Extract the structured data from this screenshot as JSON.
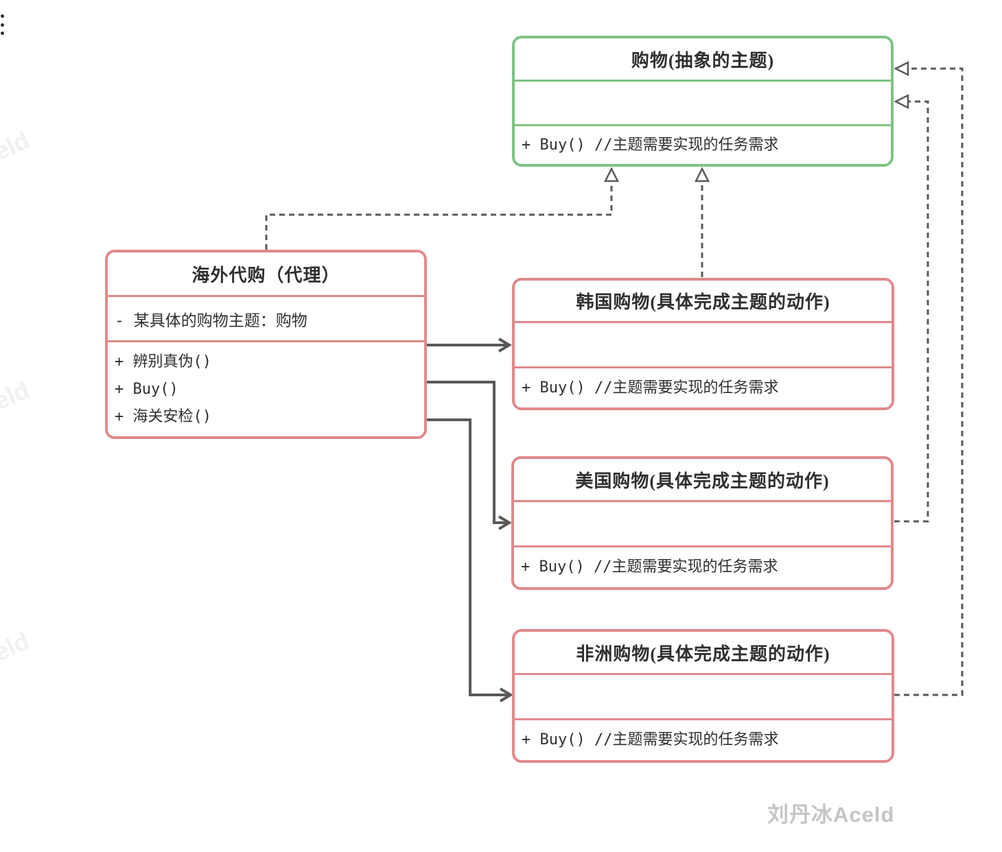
{
  "diagram": {
    "classes": {
      "abstract": {
        "title": "购物(抽象的主题)",
        "attributes": "",
        "methods": [
          "+ Buy() //主题需要实现的任务需求"
        ]
      },
      "proxy": {
        "title": "海外代购（代理）",
        "attributes": "- 某具体的购物主题：购物",
        "methods": [
          "+ 辨别真伪()",
          "+ Buy()",
          "+ 海关安检()"
        ]
      },
      "korea": {
        "title": "韩国购物(具体完成主题的动作)",
        "attributes": "",
        "methods": [
          "+ Buy() //主题需要实现的任务需求"
        ]
      },
      "usa": {
        "title": "美国购物(具体完成主题的动作)",
        "attributes": "",
        "methods": [
          "+ Buy() //主题需要实现的任务需求"
        ]
      },
      "africa": {
        "title": "非洲购物(具体完成主题的动作)",
        "attributes": "",
        "methods": [
          "+ Buy() //主题需要实现的任务需求"
        ]
      }
    },
    "relations": [
      {
        "from": "海外代购（代理）",
        "to": "购物(抽象的主题)",
        "style": "dashed-realization"
      },
      {
        "from": "韩国购物(具体完成主题的动作)",
        "to": "购物(抽象的主题)",
        "style": "dashed-realization"
      },
      {
        "from": "美国购物(具体完成主题的动作)",
        "to": "购物(抽象的主题)",
        "style": "dashed-realization"
      },
      {
        "from": "非洲购物(具体完成主题的动作)",
        "to": "购物(抽象的主题)",
        "style": "dashed-realization"
      },
      {
        "from": "海外代购（代理）",
        "to": "韩国购物(具体完成主题的动作)",
        "style": "solid-association"
      },
      {
        "from": "海外代购（代理）",
        "to": "美国购物(具体完成主题的动作)",
        "style": "solid-association"
      },
      {
        "from": "海外代购（代理）",
        "to": "非洲购物(具体完成主题的动作)",
        "style": "solid-association"
      }
    ],
    "colors": {
      "abstract_border": "#7fc383",
      "concrete_border": "#e0898b",
      "arrow": "#595959",
      "text": "#2f2f2f",
      "watermark": "#c5c5c5"
    },
    "watermark": "刘丹冰Aceld",
    "edge_watermark": "eld"
  }
}
